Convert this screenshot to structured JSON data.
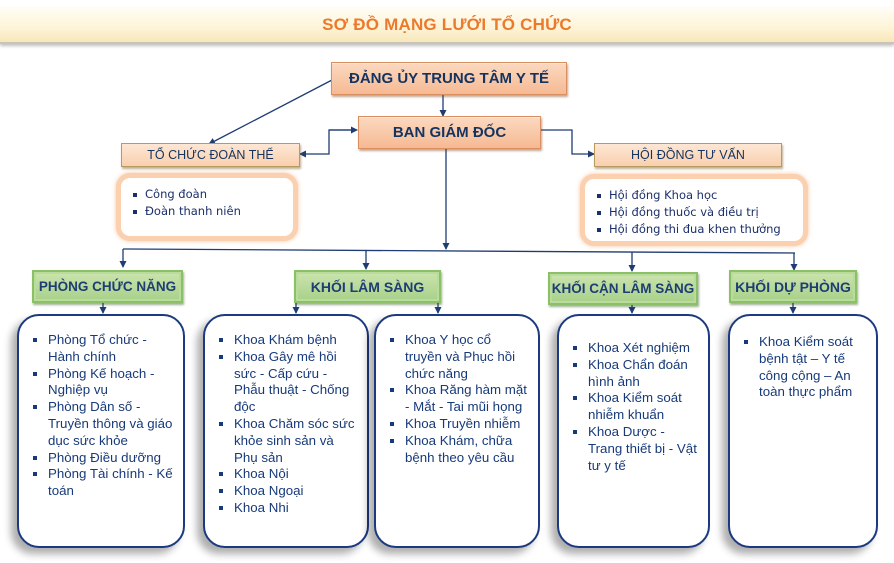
{
  "title": "SƠ ĐỒ MẠNG LƯỚI TỔ CHỨC",
  "colors": {
    "title": "#ec7a2c",
    "node_text": "#14335f",
    "connector": "#1f3c73",
    "orange_node": "#f6b993",
    "green_node": "#a8d08a",
    "list_border": "#1c3a80"
  },
  "top_nodes": {
    "party_committee": "ĐẢNG ỦY TRUNG TÂM Y TẾ",
    "board_of_directors": "BAN GIÁM ĐỐC",
    "mass_organizations": "TỔ CHỨC ĐOÀN THỂ",
    "advisory_council": "HỘI ĐỒNG TƯ VẤN"
  },
  "mass_organizations_items": [
    "Công đoàn",
    "Đoàn thanh niên"
  ],
  "advisory_council_items": [
    "Hội đồng Khoa học",
    "Hội đồng thuốc và điều trị",
    "Hội đồng thi đua khen thưởng"
  ],
  "blocks": [
    {
      "label": "PHÒNG CHỨC NĂNG",
      "items": [
        "Phòng Tổ chức - Hành chính",
        "Phòng Kế hoạch - Nghiệp vụ",
        "Phòng Dân số - Truyền thông và giáo dục sức khỏe",
        "Phòng Điều dưỡng",
        "Phòng Tài chính - Kế toán"
      ]
    },
    {
      "label": "KHỐI LÂM SÀNG",
      "items": [
        "Khoa Khám bệnh",
        "Khoa Gây mê hồi sức - Cấp cứu - Phẫu thuật - Chống độc",
        "Khoa Chăm sóc sức khỏe sinh sản và Phụ sản",
        "Khoa Nội",
        "Khoa Ngoại",
        "Khoa Nhi"
      ],
      "items_col2": [
        "Khoa Y học cổ truyền và Phục hồi chức năng",
        "Khoa Răng hàm mặt - Mắt - Tai mũi họng",
        "Khoa Truyền nhiễm",
        "Khoa Khám, chữa bệnh theo yêu cầu"
      ]
    },
    {
      "label": "KHỐI CẬN LÂM SÀNG",
      "items": [
        "Khoa Xét nghiệm",
        "Khoa Chẩn đoán hình ảnh",
        "Khoa Kiểm soát nhiễm khuẩn",
        "Khoa Dược - Trang thiết bị - Vật tư y tế"
      ]
    },
    {
      "label": "KHỐI DỰ PHÒNG",
      "items": [
        "Khoa Kiểm soát bệnh tật – Y tế công cộng – An toàn thực phẩm"
      ]
    }
  ]
}
